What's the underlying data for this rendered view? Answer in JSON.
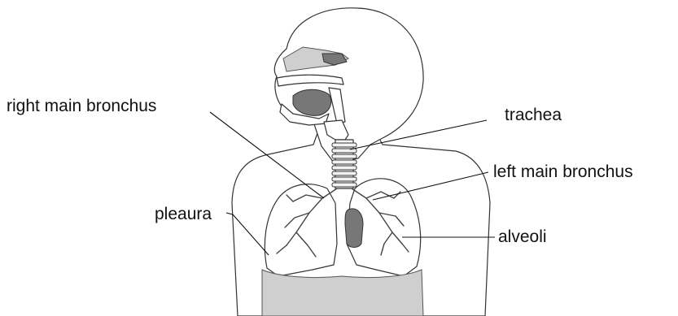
{
  "labels": {
    "right_main_bronchus": "right main bronchus",
    "trachea": "trachea",
    "left_main_bronchus": "left main bronchus",
    "pleaura": "pleaura",
    "alveoli": "alveoli"
  }
}
